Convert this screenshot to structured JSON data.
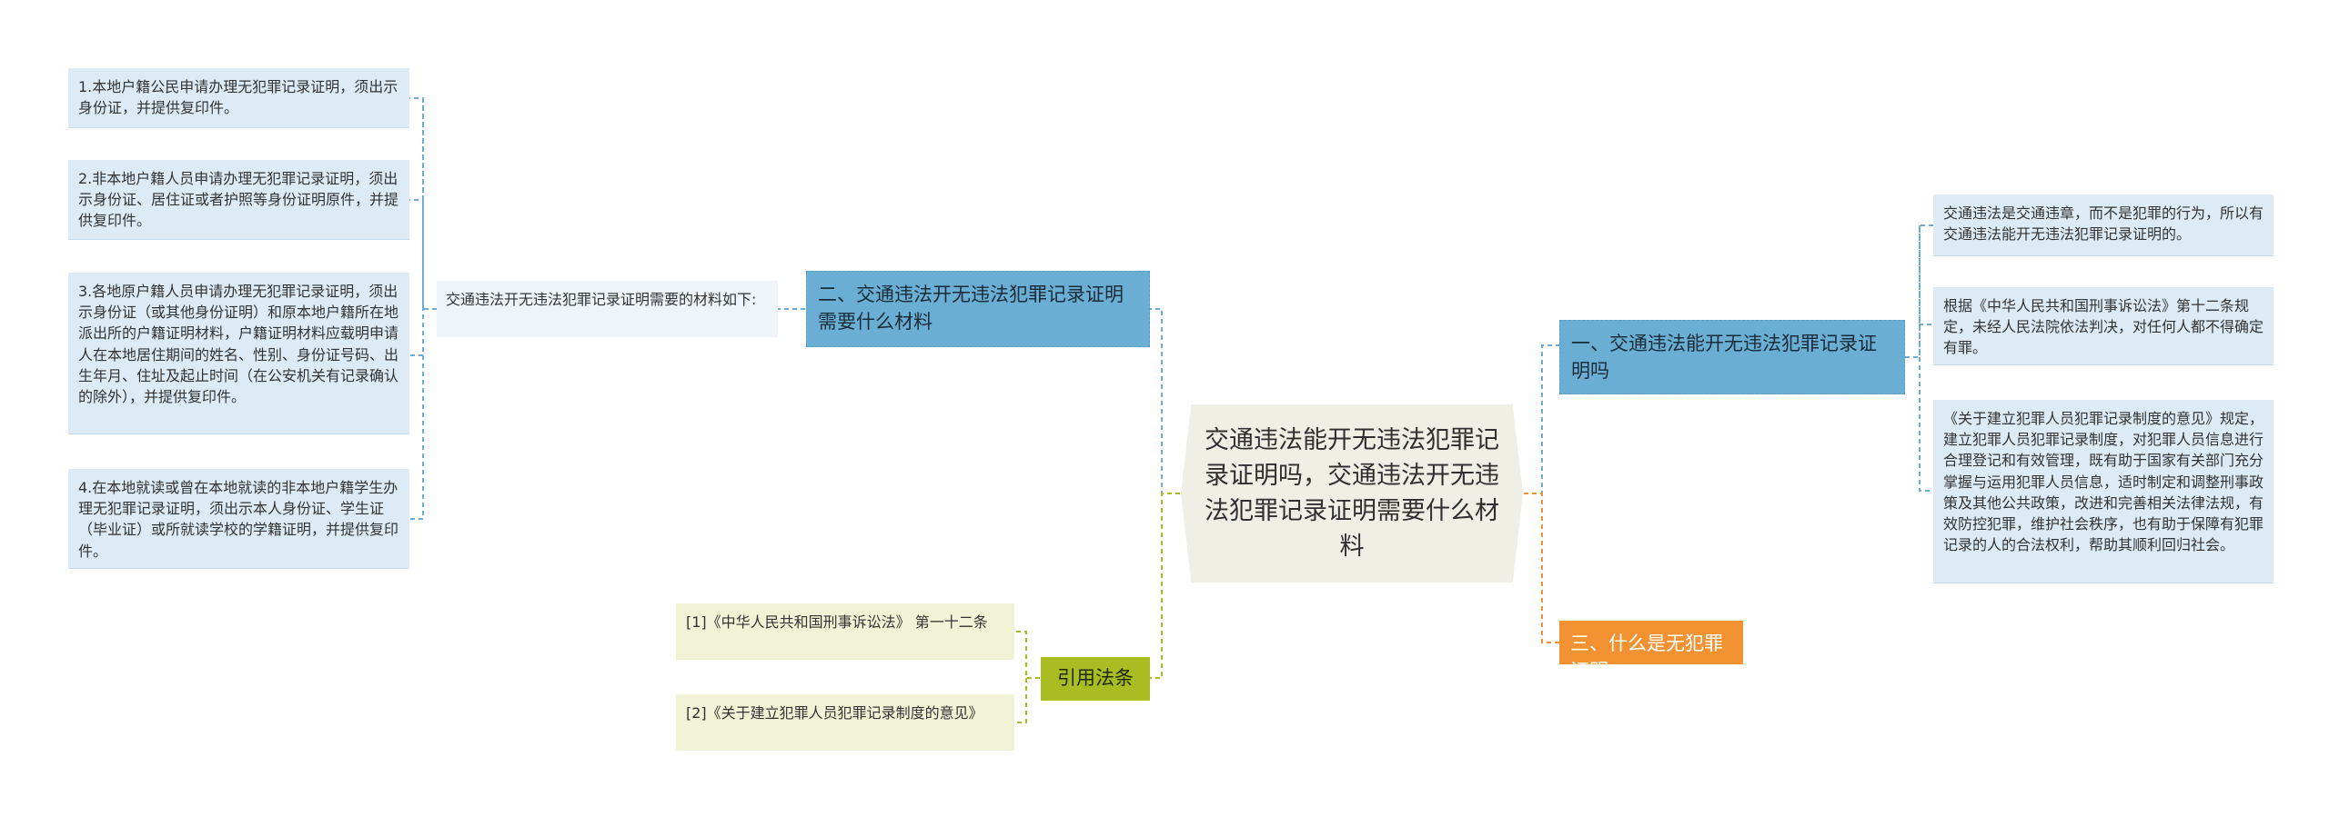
{
  "root": {
    "title": "交通违法能开无违法犯罪记录证明吗，交通违法开无违法犯罪记录证明需要什么材料"
  },
  "branches": {
    "b1": {
      "label": "一、交通违法能开无违法犯罪记录证明吗"
    },
    "b2": {
      "label": "二、交通违法开无违法犯罪记录证明需要什么材料"
    },
    "b3": {
      "label": "三、什么是无犯罪证明"
    },
    "refs": {
      "label": "引用法条"
    }
  },
  "b1_items": [
    "交通违法是交通违章，而不是犯罪的行为，所以有交通违法能开无违法犯罪记录证明的。",
    "根据《中华人民共和国刑事诉讼法》第十二条规定，未经人民法院依法判决，对任何人都不得确定有罪。",
    "《关于建立犯罪人员犯罪记录制度的意见》规定，建立犯罪人员犯罪记录制度，对犯罪人员信息进行合理登记和有效管理，既有助于国家有关部门充分掌握与运用犯罪人员信息，适时制定和调整刑事政策及其他公共政策，改进和完善相关法律法规，有效防控犯罪，维护社会秩序，也有助于保障有犯罪记录的人的合法权利，帮助其顺利回归社会。"
  ],
  "b2_intro": "交通违法开无违法犯罪记录证明需要的材料如下:",
  "b2_items": [
    "1.本地户籍公民申请办理无犯罪记录证明，须出示身份证，并提供复印件。",
    "2.非本地户籍人员申请办理无犯罪记录证明，须出示身份证、居住证或者护照等身份证明原件，并提供复印件。",
    "3.各地原户籍人员申请办理无犯罪记录证明，须出示身份证（或其他身份证明）和原本地户籍所在地派出所的户籍证明材料，户籍证明材料应载明申请人在本地居住期间的姓名、性别、身份证号码、出生年月、住址及起止时间（在公安机关有记录确认的除外），并提供复印件。",
    "4.在本地就读或曾在本地就读的非本地户籍学生办理无犯罪记录证明，须出示本人身份证、学生证（毕业证）或所就读学校的学籍证明，并提供复印件。"
  ],
  "refs_items": [
    "[1]《中华人民共和国刑事诉讼法》 第一十二条",
    "[2]《关于建立犯罪人员犯罪记录制度的意见》"
  ],
  "colors": {
    "blue": "#6aafd3",
    "green": "#a9bd23",
    "orange": "#f39233",
    "leaf": "#dcebf6",
    "ref_leaf": "#f2f2d6"
  }
}
